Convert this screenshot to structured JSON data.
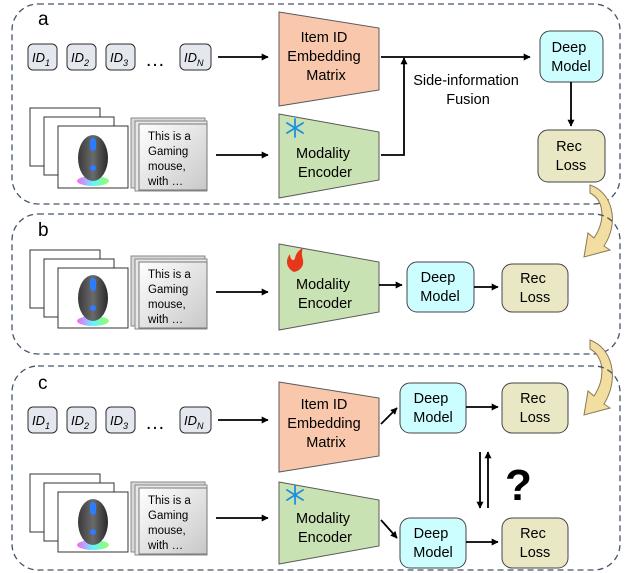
{
  "panels": [
    {
      "letter": "a",
      "id_chips": [
        {
          "base": "ID",
          "sub": "1"
        },
        {
          "base": "ID",
          "sub": "2"
        },
        {
          "base": "ID",
          "sub": "3"
        },
        {
          "base": "ID",
          "sub": "N"
        }
      ],
      "ellipsis": "…",
      "item_embedding": {
        "lines": [
          "Item ID",
          "Embedding",
          "Matrix"
        ]
      },
      "encoder": {
        "lines": [
          "Modality",
          "Encoder"
        ],
        "state": "frozen",
        "state_icon": "snowflake-icon"
      },
      "fusion_label": {
        "lines": [
          "Side-information",
          "Fusion"
        ]
      },
      "deep_model": {
        "lines": [
          "Deep",
          "Model"
        ]
      },
      "rec_loss": {
        "lines": [
          "Rec",
          "Loss"
        ]
      },
      "text_card": {
        "lines": [
          "This is a",
          "Gaming",
          "mouse,",
          "with …"
        ]
      }
    },
    {
      "letter": "b",
      "encoder": {
        "lines": [
          "Modality",
          "Encoder"
        ],
        "state": "trainable",
        "state_icon": "fire-icon"
      },
      "deep_model": {
        "lines": [
          "Deep",
          "Model"
        ]
      },
      "rec_loss": {
        "lines": [
          "Rec",
          "Loss"
        ]
      },
      "text_card": {
        "lines": [
          "This is a",
          "Gaming",
          "mouse,",
          "with …"
        ]
      }
    },
    {
      "letter": "c",
      "id_chips": [
        {
          "base": "ID",
          "sub": "1"
        },
        {
          "base": "ID",
          "sub": "2"
        },
        {
          "base": "ID",
          "sub": "3"
        },
        {
          "base": "ID",
          "sub": "N"
        }
      ],
      "ellipsis": "…",
      "item_embedding": {
        "lines": [
          "Item ID",
          "Embedding",
          "Matrix"
        ]
      },
      "encoder": {
        "lines": [
          "Modality",
          "Encoder"
        ],
        "state": "frozen",
        "state_icon": "snowflake-icon"
      },
      "deep_model_top": {
        "lines": [
          "Deep",
          "Model"
        ]
      },
      "rec_loss_top": {
        "lines": [
          "Rec",
          "Loss"
        ]
      },
      "deep_model_bottom": {
        "lines": [
          "Deep",
          "Model"
        ]
      },
      "rec_loss_bottom": {
        "lines": [
          "Rec",
          "Loss"
        ]
      },
      "question": "?",
      "text_card": {
        "lines": [
          "This is a",
          "Gaming",
          "mouse,",
          "with …"
        ]
      }
    }
  ],
  "colors": {
    "item_embedding_fill": "#f8c7ac",
    "encoder_fill": "#c9e2b3",
    "deep_model_fill": "#ccfdff",
    "rec_loss_fill": "#e9e7c4",
    "id_chip_fill": "#e4e8ee",
    "curved_arrow_fill": "#f2dea0",
    "panel_border": "#44546a"
  }
}
